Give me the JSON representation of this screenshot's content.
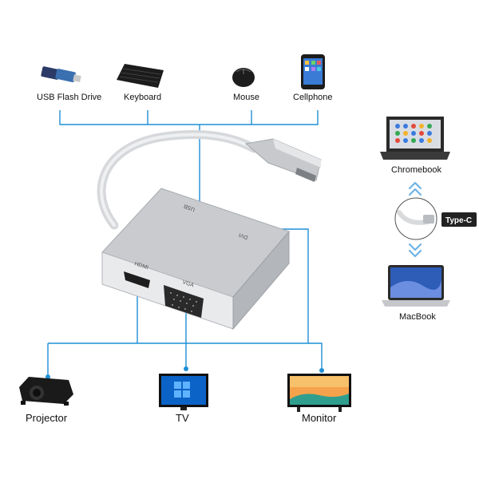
{
  "colors": {
    "connector": "#1f8fd6",
    "adapter_body": "#c9cbce",
    "label": "#111111",
    "badge_bg": "#222222",
    "badge_fg": "#ffffff",
    "arrow": "#6fb3e6"
  },
  "top_devices": [
    {
      "label": "USB Flash Drive",
      "icon": "usb-drive-icon"
    },
    {
      "label": "Keyboard",
      "icon": "keyboard-icon"
    },
    {
      "label": "Mouse",
      "icon": "mouse-icon"
    },
    {
      "label": "Cellphone",
      "icon": "cellphone-icon"
    }
  ],
  "adapter": {
    "ports": [
      "USB",
      "DVI",
      "HDMI",
      "VGA"
    ]
  },
  "bottom_devices": [
    {
      "label": "Projector",
      "icon": "projector-icon"
    },
    {
      "label": "TV",
      "icon": "tv-icon"
    },
    {
      "label": "Monitor",
      "icon": "monitor-icon"
    }
  ],
  "computers": [
    {
      "label": "Chromebook",
      "icon": "chromebook-icon"
    },
    {
      "label": "MacBook",
      "icon": "macbook-icon"
    }
  ],
  "connector_badge": "Type-C"
}
